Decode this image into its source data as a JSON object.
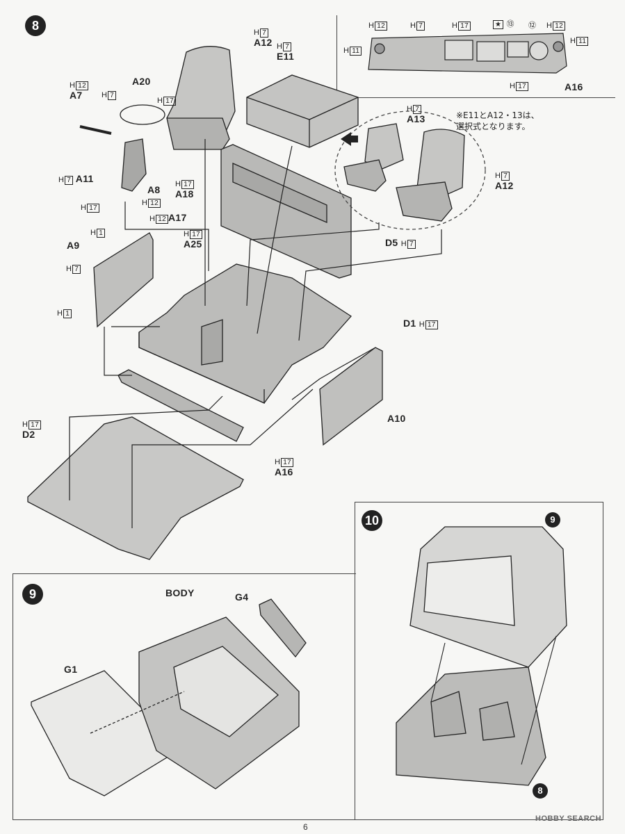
{
  "step8": {
    "number": "8",
    "note": "※E11とA12・13は、\n選択式となります。",
    "callouts": [
      {
        "code": "H",
        "num": "7",
        "part": "A12"
      },
      {
        "code": "H",
        "num": "7",
        "part": "E11"
      },
      {
        "code": "H",
        "num": "12",
        "part": "A7"
      },
      {
        "code": "H",
        "num": "7",
        "part": ""
      },
      {
        "code": "H",
        "num": "17",
        "part": ""
      },
      {
        "code": "",
        "num": "",
        "part": "A20"
      },
      {
        "code": "H",
        "num": "7",
        "part": "A11"
      },
      {
        "code": "H",
        "num": "17",
        "part": ""
      },
      {
        "code": "",
        "num": "",
        "part": "A8"
      },
      {
        "code": "H",
        "num": "12",
        "part": ""
      },
      {
        "code": "H",
        "num": "17",
        "part": "A18"
      },
      {
        "code": "H",
        "num": "12",
        "part": "A17"
      },
      {
        "code": "H",
        "num": "1",
        "part": ""
      },
      {
        "code": "H",
        "num": "17",
        "part": "A25"
      },
      {
        "code": "",
        "num": "",
        "part": "A9"
      },
      {
        "code": "H",
        "num": "7",
        "part": ""
      },
      {
        "code": "H",
        "num": "1",
        "part": ""
      },
      {
        "code": "H",
        "num": "7",
        "part": "A13"
      },
      {
        "code": "H",
        "num": "7",
        "part": "A12"
      },
      {
        "code": "H",
        "num": "7",
        "part": "D5"
      },
      {
        "code": "H",
        "num": "17",
        "part": "D1"
      },
      {
        "code": "",
        "num": "",
        "part": "A10"
      },
      {
        "code": "H",
        "num": "17",
        "part": "D2"
      },
      {
        "code": "H",
        "num": "17",
        "part": "A16"
      }
    ],
    "dash": {
      "labels": [
        "H12",
        "H7",
        "H17",
        "⑬",
        "⑫",
        "H12",
        "H11",
        "H11",
        "H17",
        "A16"
      ]
    }
  },
  "step9": {
    "number": "9",
    "labels": [
      "BODY",
      "G4",
      "G1"
    ]
  },
  "step10": {
    "number": "10",
    "ref_top": "9",
    "ref_bottom": "8"
  },
  "footer": {
    "page": "6",
    "watermark": "HOBBY SEARCH"
  }
}
